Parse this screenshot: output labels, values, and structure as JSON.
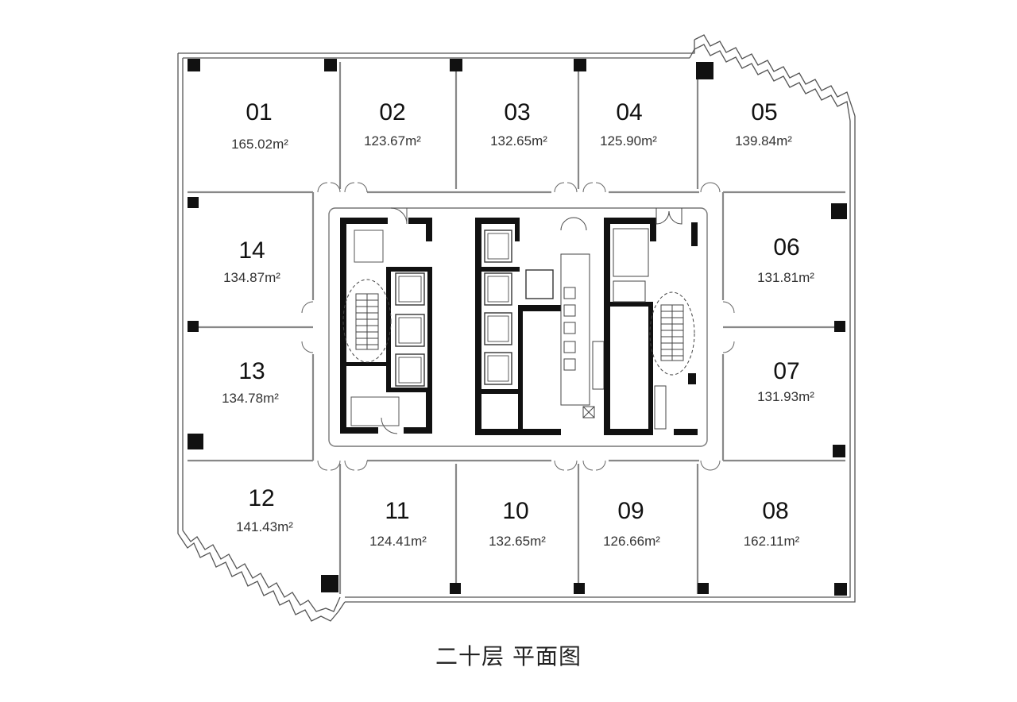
{
  "plan": {
    "caption": "二十层 平面图",
    "area_unit": "m²",
    "units": [
      {
        "id": "01",
        "area": "165.02"
      },
      {
        "id": "02",
        "area": "123.67"
      },
      {
        "id": "03",
        "area": "132.65"
      },
      {
        "id": "04",
        "area": "125.90"
      },
      {
        "id": "05",
        "area": "139.84"
      },
      {
        "id": "06",
        "area": "131.81"
      },
      {
        "id": "07",
        "area": "131.93"
      },
      {
        "id": "08",
        "area": "162.11"
      },
      {
        "id": "09",
        "area": "126.66"
      },
      {
        "id": "10",
        "area": "132.65"
      },
      {
        "id": "11",
        "area": "124.41"
      },
      {
        "id": "12",
        "area": "141.43"
      },
      {
        "id": "13",
        "area": "134.78"
      },
      {
        "id": "14",
        "area": "134.87"
      }
    ]
  }
}
